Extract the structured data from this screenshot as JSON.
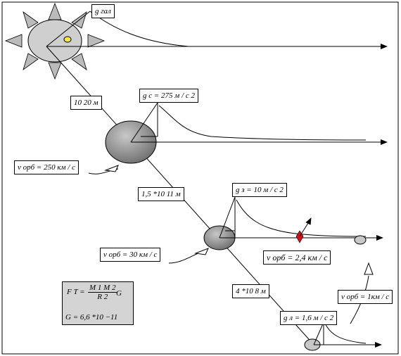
{
  "labels": {
    "g_gal": "g гал",
    "distance_1": "10 20 м",
    "g_sun": "g c = 275 м / c 2",
    "v_orb_sun": "v орб = 250 км / c",
    "distance_2": "1,5 *10 11 м",
    "g_earth": "g з = 10 м / c 2",
    "v_orb_earth": "v орб = 30 км / c",
    "v_orb_satellite": "v орб = 2,4 км / c",
    "distance_3": "4 *10 8 м",
    "v_orb_moon": "v орб = 1км / c",
    "g_moon": "g л = 1,6 м / c 2"
  },
  "formula": {
    "lhs": "F T =",
    "numerator": "M 1 M 2",
    "denominator": "R 2",
    "factor": "G",
    "constant": "G = 6,6 *10 −11"
  },
  "colors": {
    "body_fill": "#a8a8a8",
    "formula_bg": "#d4d4d4",
    "sun_center": "#f2e84b",
    "satellite": "#d0101a"
  }
}
